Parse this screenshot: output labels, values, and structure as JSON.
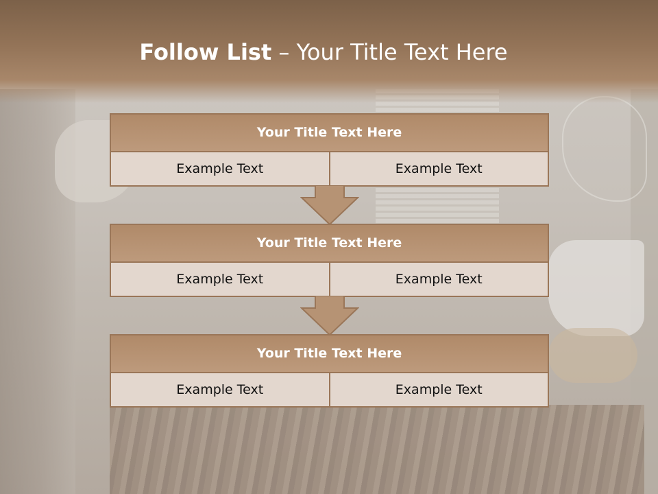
{
  "slide": {
    "title_bold": "Follow List",
    "title_rest": " – Your Title Text Here"
  },
  "flow": [
    {
      "title": "Your Title Text Here",
      "left": "Example Text",
      "right": "Example Text"
    },
    {
      "title": "Your Title Text Here",
      "left": "Example Text",
      "right": "Example Text"
    },
    {
      "title": "Your Title Text Here",
      "left": "Example Text",
      "right": "Example Text"
    }
  ],
  "colors": {
    "header": "#947458",
    "box_title": "#b08a69",
    "box_cell": "#e3d7ce",
    "border": "#9a7658"
  }
}
